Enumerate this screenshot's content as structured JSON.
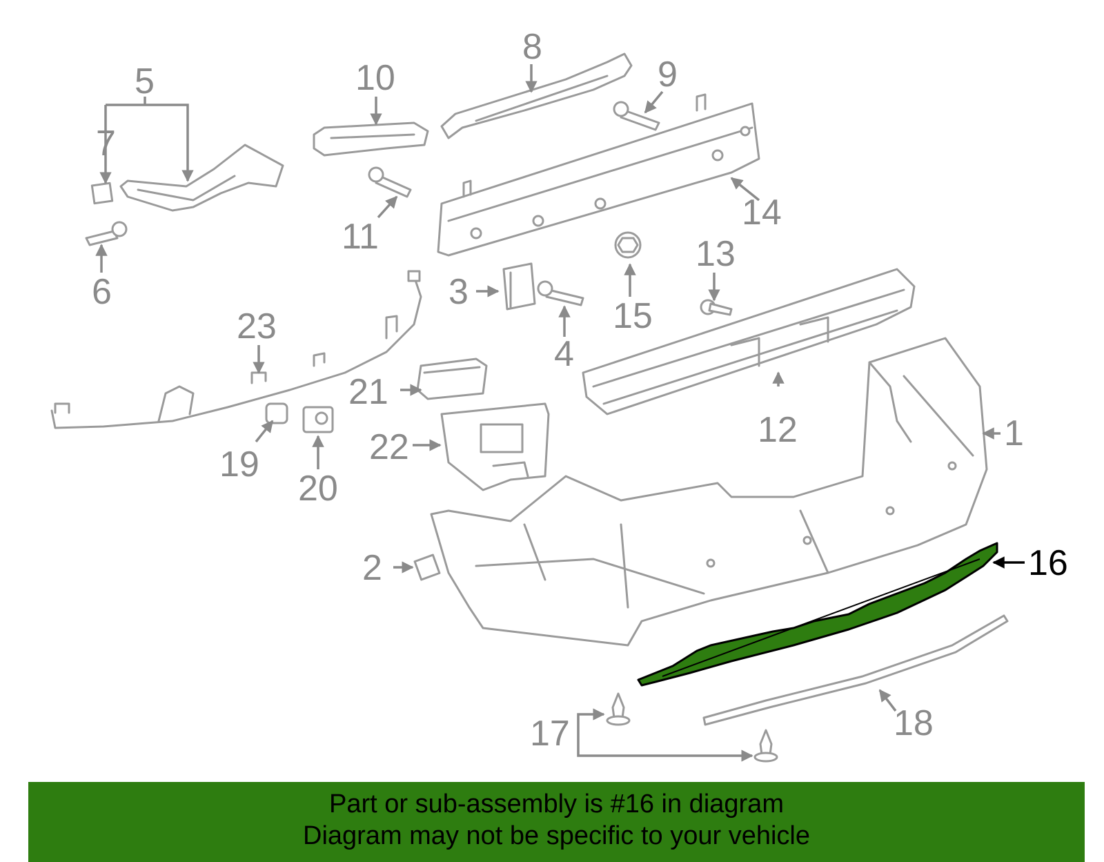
{
  "labels": {
    "l1": "1",
    "l2": "2",
    "l3": "3",
    "l4": "4",
    "l5": "5",
    "l6": "6",
    "l7": "7",
    "l8": "8",
    "l9": "9",
    "l10": "10",
    "l11": "11",
    "l12": "12",
    "l13": "13",
    "l14": "14",
    "l15": "15",
    "l16": "16",
    "l17": "17",
    "l18": "18",
    "l19": "19",
    "l20": "20",
    "l21": "21",
    "l22": "22",
    "l23": "23"
  },
  "highlight": {
    "part_number": "16",
    "color": "#2e7d10"
  },
  "banner": {
    "line1": "Part or sub-assembly is #16 in diagram",
    "line2": "Diagram may not be specific to your vehicle",
    "background": "#2e7d10"
  }
}
